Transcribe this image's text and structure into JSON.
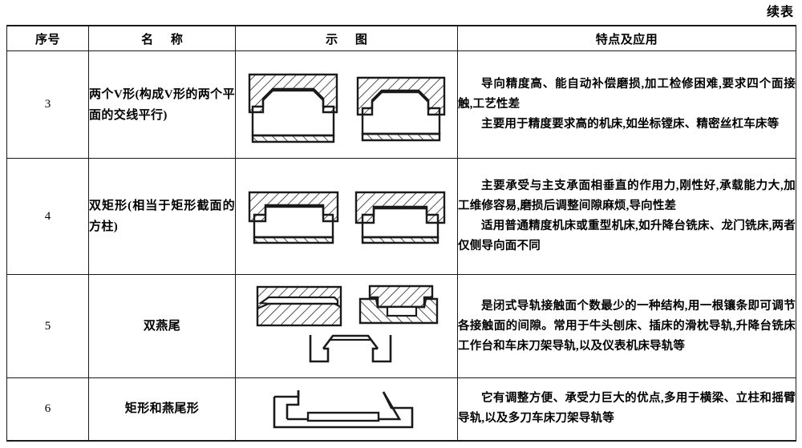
{
  "document": {
    "continued_label": "续表"
  },
  "table": {
    "headers": [
      {
        "label": "序号",
        "key": "no"
      },
      {
        "label": "名  称",
        "key": "name"
      },
      {
        "label": "示  图",
        "key": "figure"
      },
      {
        "label": "特点及应用",
        "key": "description"
      }
    ],
    "rows": [
      {
        "no": "3",
        "name": "两个V形(构成V形的两个平面的交线平行)",
        "figure_name": "two-v-form-guideway-diagram",
        "description": [
          "导向精度高、能自动补偿磨损,加工检修困难,要求四个面接触,工艺性差",
          "主要用于精度要求高的机床,如坐标镗床、精密丝杠车床等"
        ]
      },
      {
        "no": "4",
        "name": "双矩形(相当于矩形截面的方柱)",
        "figure_name": "double-rectangular-guideway-diagram",
        "description": [
          "主要承受与主支承面相垂直的作用力,刚性好,承载能力大,加工维修容易,磨损后调整间隙麻烦,导向性差",
          "适用普通精度机床或重型机床,如升降台铣床、龙门铣床,两者仅侧导向面不同"
        ]
      },
      {
        "no": "5",
        "name": "双燕尾",
        "figure_name": "double-dovetail-guideway-diagram",
        "description": [
          "是闭式导轨接触面个数最少的一种结构,用一根镶条即可调节各接触面的间隙。常用于牛头刨床、插床的滑枕导轨,升降台铣床工作台和车床刀架导轨,以及仪表机床导轨等"
        ]
      },
      {
        "no": "6",
        "name": "矩形和燕尾形",
        "figure_name": "rectangular-and-dovetail-guideway-diagram",
        "description": [
          "它有调整方便、承受力巨大的优点,多用于横梁、立柱和摇臂导轨,以及多刀车床刀架导轨等"
        ]
      }
    ]
  },
  "colors": {
    "line": "#1a1a1a",
    "background": "#ffffff",
    "text": "#000000"
  }
}
